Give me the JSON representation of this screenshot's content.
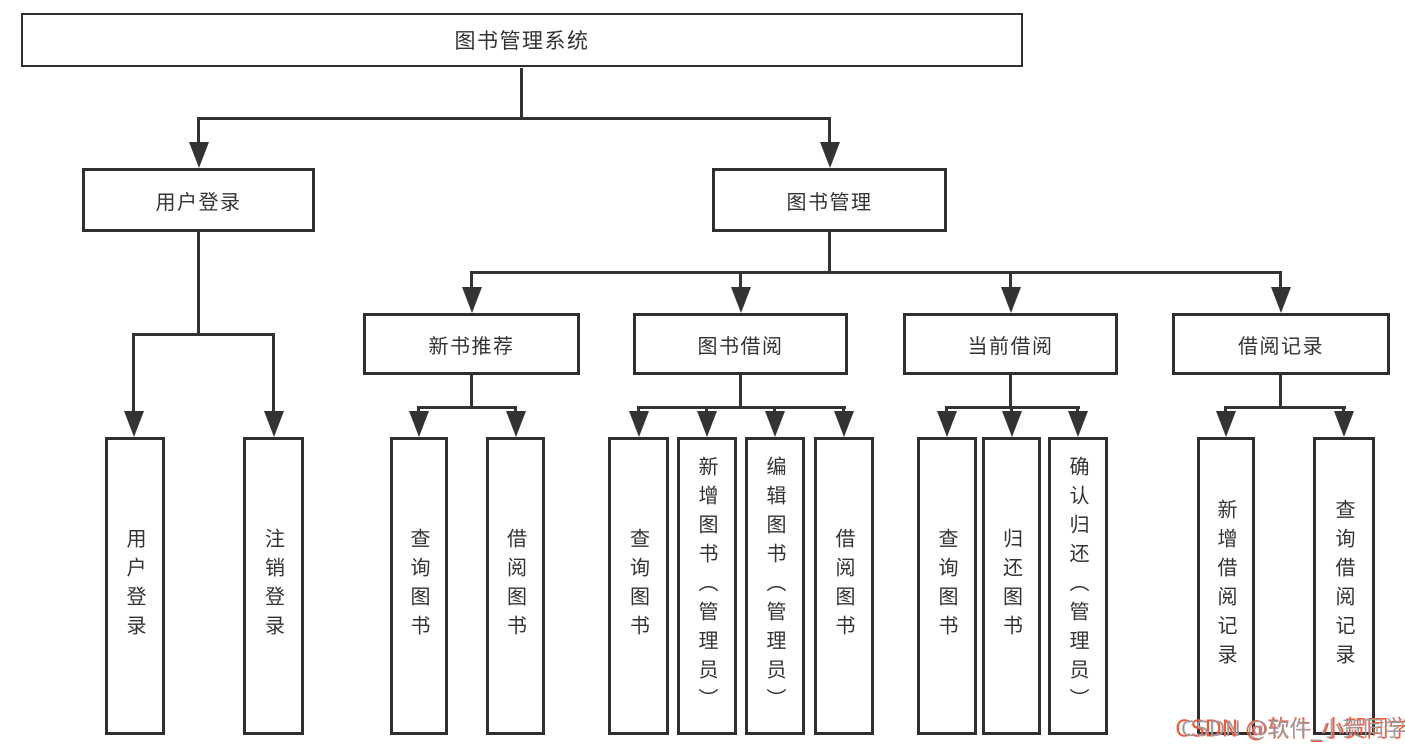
{
  "tree": {
    "label": "图书管理系统",
    "children": [
      {
        "label": "用户登录",
        "children": [
          {
            "label": "用户登录"
          },
          {
            "label": "注销登录"
          }
        ]
      },
      {
        "label": "图书管理",
        "children": [
          {
            "label": "新书推荐",
            "children": [
              {
                "label": "查询图书"
              },
              {
                "label": "借阅图书"
              }
            ]
          },
          {
            "label": "图书借阅",
            "children": [
              {
                "label": "查询图书"
              },
              {
                "label": "新增图书（管理员）"
              },
              {
                "label": "编辑图书（管理员）"
              },
              {
                "label": "借阅图书"
              }
            ]
          },
          {
            "label": "当前借阅",
            "children": [
              {
                "label": "查询图书"
              },
              {
                "label": "归还图书"
              },
              {
                "label": "确认归还（管理员）"
              }
            ]
          },
          {
            "label": "借阅记录",
            "children": [
              {
                "label": "新增借阅记录"
              },
              {
                "label": "查询借阅记录"
              }
            ]
          }
        ]
      }
    ]
  },
  "watermark": {
    "text": "CSDN @软件_小贺同学"
  },
  "colors": {
    "line": "#333333",
    "box_border": "#2f2f2f",
    "text": "#333333",
    "background": "#ffffff",
    "watermark_gray": "#9c9ca2",
    "watermark_red": "#fc5531"
  }
}
